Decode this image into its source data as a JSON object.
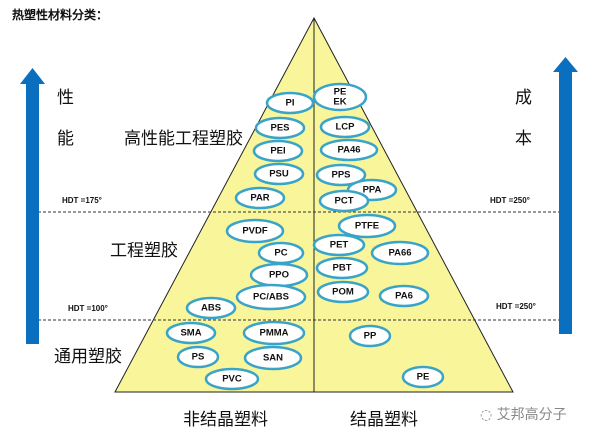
{
  "title": "热塑性材料分类：",
  "left_axis": {
    "chars": [
      "性",
      "能"
    ]
  },
  "right_axis": {
    "chars": [
      "成",
      "本"
    ]
  },
  "tiers": {
    "high": "高性能工程塑胶",
    "engineering": "工程塑胶",
    "general": "通用塑胶"
  },
  "hdt": {
    "left_upper": "HDT =175°",
    "right_upper": "HDT =250°",
    "left_lower": "HDT =100°",
    "right_lower": "HDT =250°"
  },
  "columns": {
    "amorphous": "非结晶塑料",
    "crystalline": "结晶塑料"
  },
  "watermark": "艾邦高分子",
  "colors": {
    "pyramid": "#f8f59a",
    "ellipse": "#3aa3c8",
    "arrow": "#0b6fbf"
  },
  "materials": [
    {
      "label": "PI",
      "group": "amorphous",
      "tier": "high"
    },
    {
      "label": "PE\nEK",
      "group": "crystalline",
      "tier": "high"
    },
    {
      "label": "PES",
      "group": "amorphous",
      "tier": "high"
    },
    {
      "label": "LCP",
      "group": "crystalline",
      "tier": "high"
    },
    {
      "label": "PEI",
      "group": "amorphous",
      "tier": "high"
    },
    {
      "label": "PA46",
      "group": "crystalline",
      "tier": "high"
    },
    {
      "label": "PSU",
      "group": "amorphous",
      "tier": "high"
    },
    {
      "label": "PPS",
      "group": "crystalline",
      "tier": "high"
    },
    {
      "label": "PPA",
      "group": "crystalline",
      "tier": "high"
    },
    {
      "label": "PAR",
      "group": "amorphous",
      "tier": "high"
    },
    {
      "label": "PCT",
      "group": "crystalline",
      "tier": "high"
    },
    {
      "label": "PVDF",
      "group": "amorphous",
      "tier": "engineering"
    },
    {
      "label": "PTFE",
      "group": "crystalline",
      "tier": "engineering"
    },
    {
      "label": "PET",
      "group": "crystalline",
      "tier": "engineering"
    },
    {
      "label": "PA66",
      "group": "crystalline",
      "tier": "engineering"
    },
    {
      "label": "PC",
      "group": "amorphous",
      "tier": "engineering"
    },
    {
      "label": "PBT",
      "group": "crystalline",
      "tier": "engineering"
    },
    {
      "label": "PPO",
      "group": "amorphous",
      "tier": "engineering"
    },
    {
      "label": "POM",
      "group": "crystalline",
      "tier": "engineering"
    },
    {
      "label": "PA6",
      "group": "crystalline",
      "tier": "engineering"
    },
    {
      "label": "PC/ABS",
      "group": "amorphous",
      "tier": "engineering"
    },
    {
      "label": "ABS",
      "group": "amorphous",
      "tier": "engineering"
    },
    {
      "label": "SMA",
      "group": "amorphous",
      "tier": "general"
    },
    {
      "label": "PMMA",
      "group": "amorphous",
      "tier": "general"
    },
    {
      "label": "PP",
      "group": "crystalline",
      "tier": "general"
    },
    {
      "label": "PS",
      "group": "amorphous",
      "tier": "general"
    },
    {
      "label": "SAN",
      "group": "amorphous",
      "tier": "general"
    },
    {
      "label": "PVC",
      "group": "amorphous",
      "tier": "general"
    },
    {
      "label": "PE",
      "group": "crystalline",
      "tier": "general"
    }
  ]
}
